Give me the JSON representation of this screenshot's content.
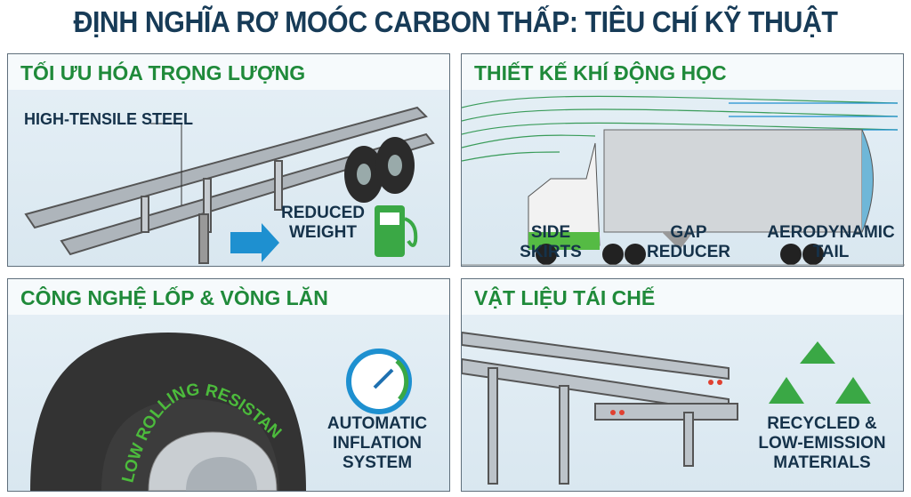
{
  "title": "ĐỊNH NGHĨA RƠ MOÓC CARBON THẤP: TIÊU CHÍ KỸ THUẬT",
  "panels": [
    {
      "heading": "TỐI ƯU HÓA TRỌNG LƯỢNG",
      "labels": {
        "steel": "HIGH-TENSILE STEEL",
        "weight": "REDUCED WEIGHT"
      }
    },
    {
      "heading": "THIẾT KẾ KHÍ ĐỘNG HỌC",
      "labels": {
        "skirts": "SIDE SKIRTS",
        "gap": "GAP REDUCER",
        "tail": "AERODYNAMIC TAIL"
      }
    },
    {
      "heading": "CÔNG NGHỆ LỐP & VÒNG LĂN",
      "labels": {
        "tire": "LOW ROLLING RESISTANCE",
        "inflation": "AUTOMATIC INFLATION SYSTEM"
      }
    },
    {
      "heading": "VẬT LIỆU TÁI CHẾ",
      "labels": {
        "recycled": "RECYCLED & LOW-EMISSION MATERIALS"
      }
    }
  ],
  "colors": {
    "title": "#173b57",
    "heading": "#1f8a3a",
    "label": "#15324a",
    "accent_blue": "#1e90d0"
  }
}
